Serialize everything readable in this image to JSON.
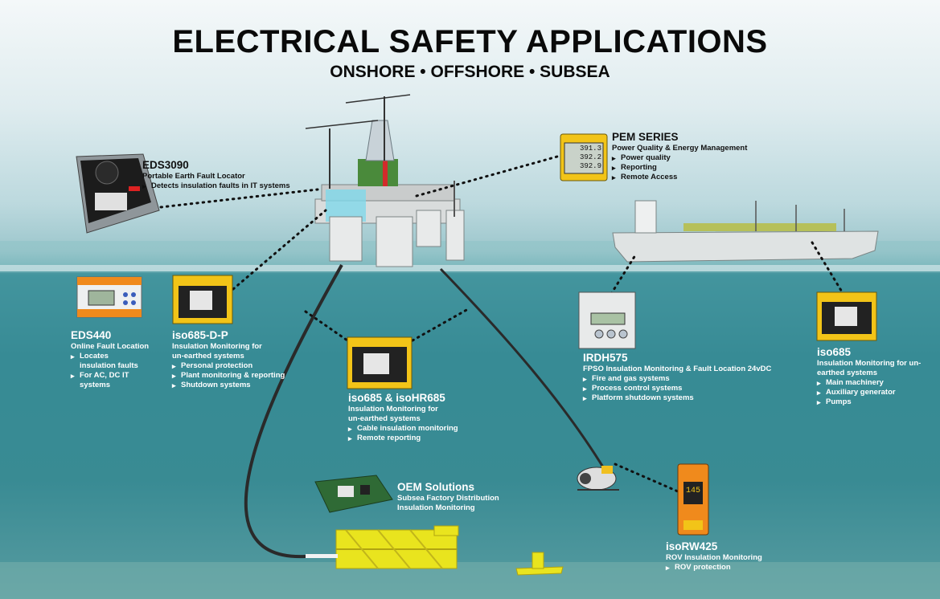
{
  "header": {
    "title": "ELECTRICAL SAFETY APPLICATIONS",
    "subtitle": "ONSHORE • OFFSHORE • SUBSEA"
  },
  "products": {
    "eds3090": {
      "name": "EDS3090",
      "desc": "Portable Earth Fault Locator",
      "bullets": [
        "Detects insulation faults in IT systems"
      ]
    },
    "pem": {
      "name": "PEM SERIES",
      "desc": "Power Quality & Energy Management",
      "bullets": [
        "Power quality",
        "Reporting",
        "Remote Access"
      ]
    },
    "eds440": {
      "name": "EDS440",
      "desc": "Online Fault Location",
      "bullets": [
        "Locates insulation faults",
        "For AC, DC IT systems"
      ]
    },
    "iso685dp": {
      "name": "iso685-D-P",
      "desc": "Insulation Monitoring for un-earthed systems",
      "bullets": [
        "Personal protection",
        "Plant monitoring & reporting",
        "Shutdown systems"
      ]
    },
    "iso685hr": {
      "name": "iso685 & isoHR685",
      "desc": "Insulation Monitoring for un-earthed systems",
      "bullets": [
        "Cable insulation monitoring",
        "Remote reporting"
      ]
    },
    "irdh575": {
      "name": "IRDH575",
      "desc": "FPSO Insulation Monitoring & Fault Location 24vDC",
      "bullets": [
        "Fire and gas systems",
        "Process control systems",
        "Platform shutdown systems"
      ]
    },
    "iso685": {
      "name": "iso685",
      "desc": "Insulation Monitoring for un-earthed systems",
      "bullets": [
        "Main machinery",
        "Auxiliary generator",
        "Pumps"
      ]
    },
    "oem": {
      "name": "OEM Solutions",
      "desc": "Subsea Factory Distribution Insulation Monitoring",
      "bullets": []
    },
    "isorw425": {
      "name": "isoRW425",
      "desc": "ROV Insulation Monitoring",
      "bullets": [
        "ROV protection"
      ]
    }
  },
  "device_screens": {
    "pem_lines": [
      "391.3",
      "392.2",
      "392.9"
    ],
    "isorw425_display": "145"
  },
  "colors": {
    "sea": "#3c8f98",
    "sky": "#dfecef",
    "device_yellow": "#f2c418",
    "device_orange": "#f08a1c",
    "platform_yellow": "#e9e41e"
  }
}
